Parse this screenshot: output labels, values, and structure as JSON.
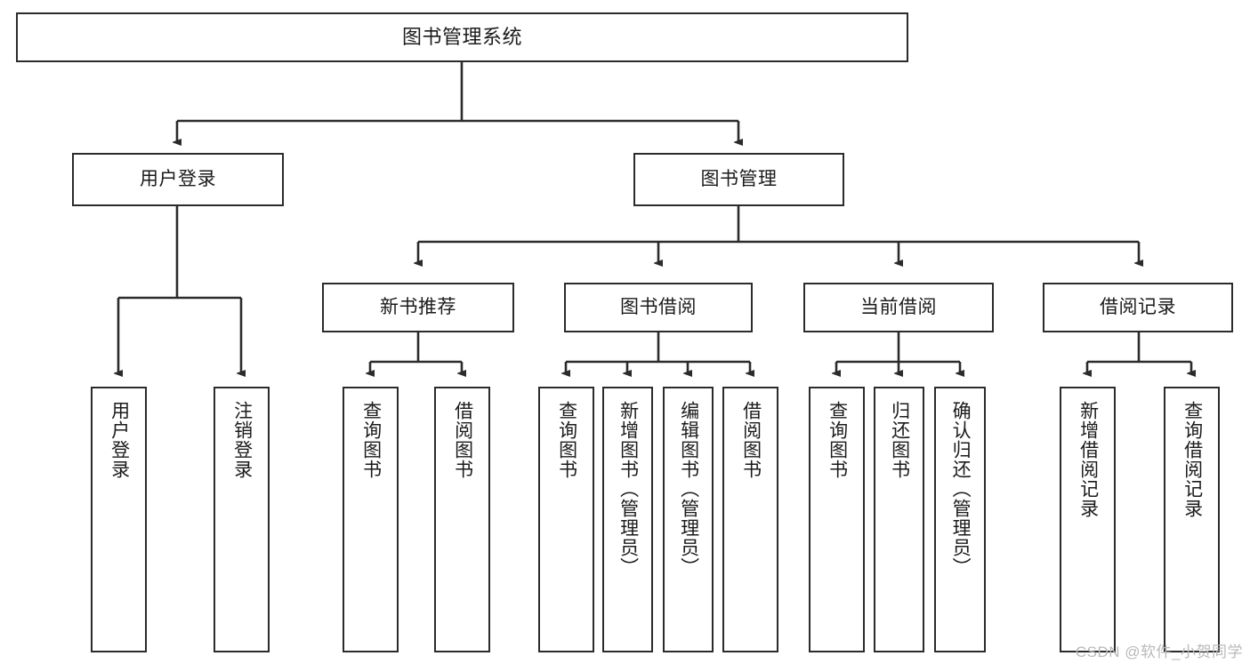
{
  "diagram": {
    "title": "图书管理系统",
    "type": "tree-hierarchy-chart",
    "root": {
      "label": "图书管理系统"
    },
    "level2": [
      {
        "label": "用户登录"
      },
      {
        "label": "图书管理"
      }
    ],
    "level3": [
      {
        "label": "新书推荐"
      },
      {
        "label": "图书借阅"
      },
      {
        "label": "当前借阅"
      },
      {
        "label": "借阅记录"
      }
    ],
    "leaves": [
      {
        "label": "用户登录"
      },
      {
        "label": "注销登录"
      },
      {
        "label": "查询图书"
      },
      {
        "label": "借阅图书"
      },
      {
        "label": "查询图书"
      },
      {
        "label": "新增图书（管理员）"
      },
      {
        "label": "编辑图书（管理员）"
      },
      {
        "label": "借阅图书"
      },
      {
        "label": "查询图书"
      },
      {
        "label": "归还图书"
      },
      {
        "label": "确认归还（管理员）"
      },
      {
        "label": "新增借阅记录"
      },
      {
        "label": "查询借阅记录"
      }
    ]
  },
  "watermark": {
    "text": "CSDN @软件_小贺同学"
  },
  "colors": {
    "stroke": "#2b2b2b",
    "background": "#ffffff",
    "text": "#1b1b1b",
    "watermark": "#b9b9b9"
  }
}
